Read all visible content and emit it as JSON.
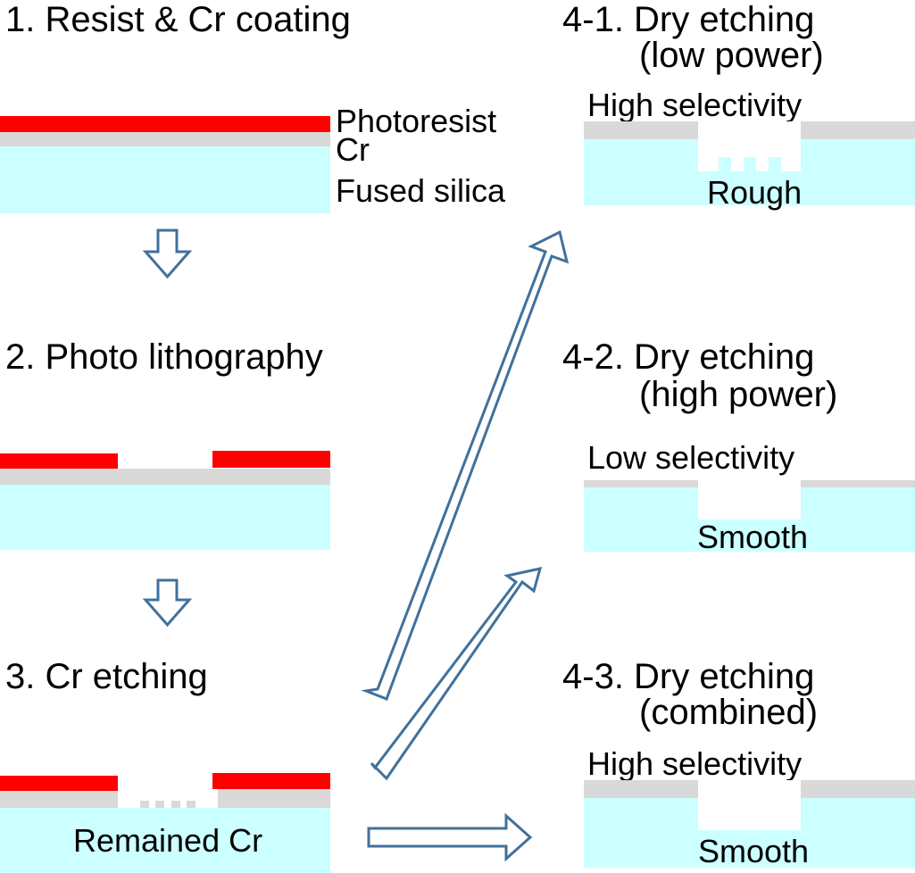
{
  "steps": {
    "step1": {
      "title": "1. Resist & Cr coating"
    },
    "step2": {
      "title": "2. Photo lithography"
    },
    "step3": {
      "title": "3. Cr etching",
      "label": "Remained Cr"
    },
    "step41": {
      "title_line1": "4-1. Dry etching",
      "title_line2": "(low power)",
      "top_label": "High selectivity",
      "bottom_label": "Rough"
    },
    "step42": {
      "title_line1": "4-2. Dry etching",
      "title_line2": "(high power)",
      "top_label": "Low selectivity",
      "bottom_label": "Smooth"
    },
    "step43": {
      "title_line1": "4-3. Dry etching",
      "title_line2": "(combined)",
      "top_label": "High selectivity",
      "bottom_label": "Smooth"
    }
  },
  "legend": {
    "photoresist": "Photoresist",
    "cr": "Cr",
    "fused_silica": "Fused silica"
  },
  "colors": {
    "photoresist": "#ff0000",
    "cr": "#d9d9d9",
    "fused_silica": "#ccffff",
    "arrow_stroke": "#41719c"
  }
}
